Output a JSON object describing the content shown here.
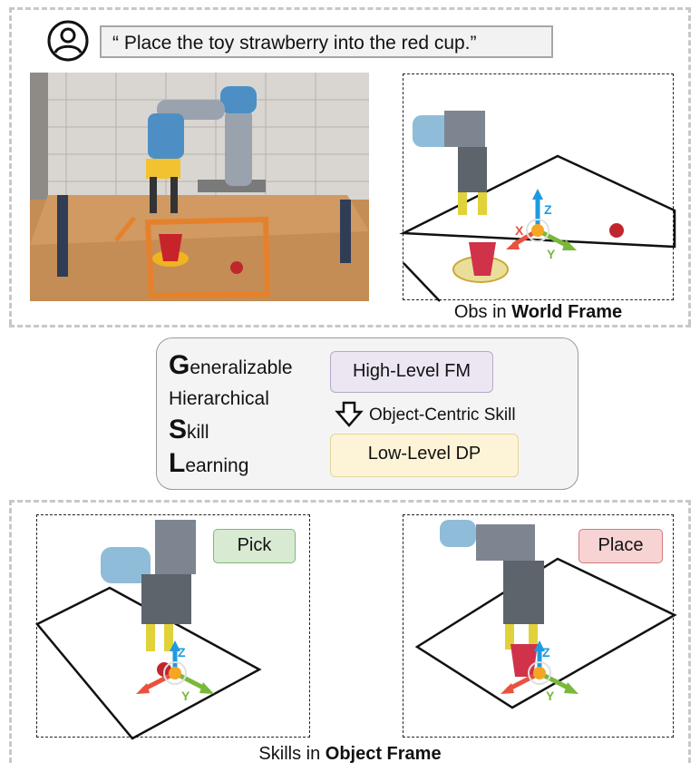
{
  "instruction": "“ Place the toy strawberry into the red cup.”",
  "world_caption": {
    "prefix": "Obs in ",
    "bold": "World Frame"
  },
  "acronym": [
    {
      "initial": "G",
      "rest": "eneralizable"
    },
    {
      "initial": "",
      "rest": "Hierarchical"
    },
    {
      "initial": "S",
      "rest": "kill"
    },
    {
      "initial": "L",
      "rest": "earning"
    }
  ],
  "high_level": "High-Level FM",
  "object_centric": "Object-Centric Skill",
  "low_level": "Low-Level DP",
  "pick_tag": "Pick",
  "place_tag": "Place",
  "axes": {
    "x": "X",
    "y": "Y",
    "z": "Z"
  },
  "object_caption": {
    "prefix": "Skills in ",
    "bold": "Object Frame"
  },
  "colors": {
    "pick_tag_bg": "#d8ead2",
    "place_tag_bg": "#f7d3d3",
    "high_level_bg": "#ece6f3",
    "low_level_bg": "#fdf4d8",
    "axis_x": "#e8523f",
    "axis_y": "#79b83a",
    "axis_z": "#1e9be0",
    "origin": "#f5a623"
  },
  "icons": [
    "user-icon",
    "down-arrow-icon",
    "robot-arm-icon",
    "cup-icon",
    "strawberry-icon"
  ]
}
